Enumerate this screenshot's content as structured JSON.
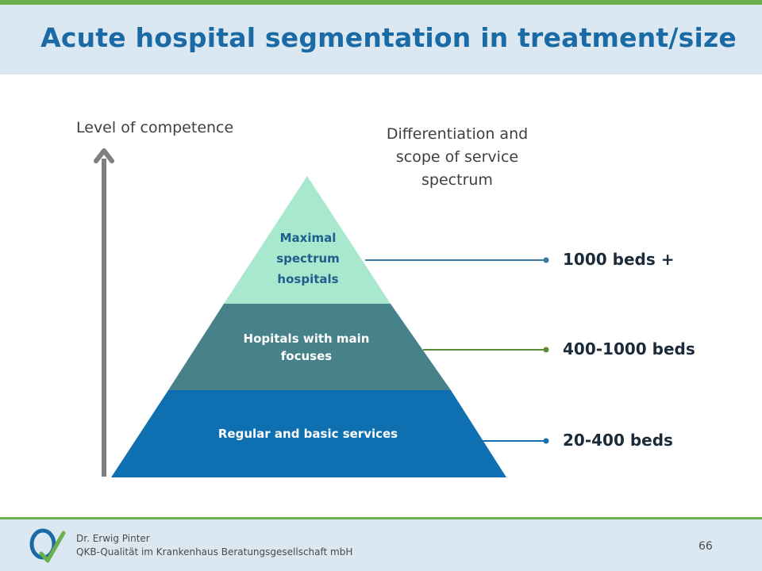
{
  "header": {
    "title": "Acute hospital segmentation in treatment/size"
  },
  "axis": {
    "label": "Level of competence"
  },
  "differentiation": {
    "label": "Differentiation and scope of service spectrum"
  },
  "tiers": [
    {
      "label": "Maximal spectrum hospitals",
      "beds": "1000 beds +",
      "fill": "#a8e8cf",
      "connector": "#3d7a9c"
    },
    {
      "label": "Hopitals with main focuses",
      "beds": "400-1000 beds",
      "fill": "#47828a",
      "connector": "#5a8f3a"
    },
    {
      "label": "Regular and basic services",
      "beds": "20-400 beds",
      "fill": "#0e70b0",
      "connector": "#1470b0"
    }
  ],
  "footer": {
    "author": "Dr. Erwig Pinter",
    "company": "QKB-Qualität im Krankenhaus Beratungsgesellschaft mbH",
    "page_number": "66"
  },
  "colors": {
    "accent_green": "#6ab04c",
    "title_blue": "#1a6aa6",
    "header_band": "#dbe8f1",
    "arrow_gray": "#7f7f7f"
  }
}
